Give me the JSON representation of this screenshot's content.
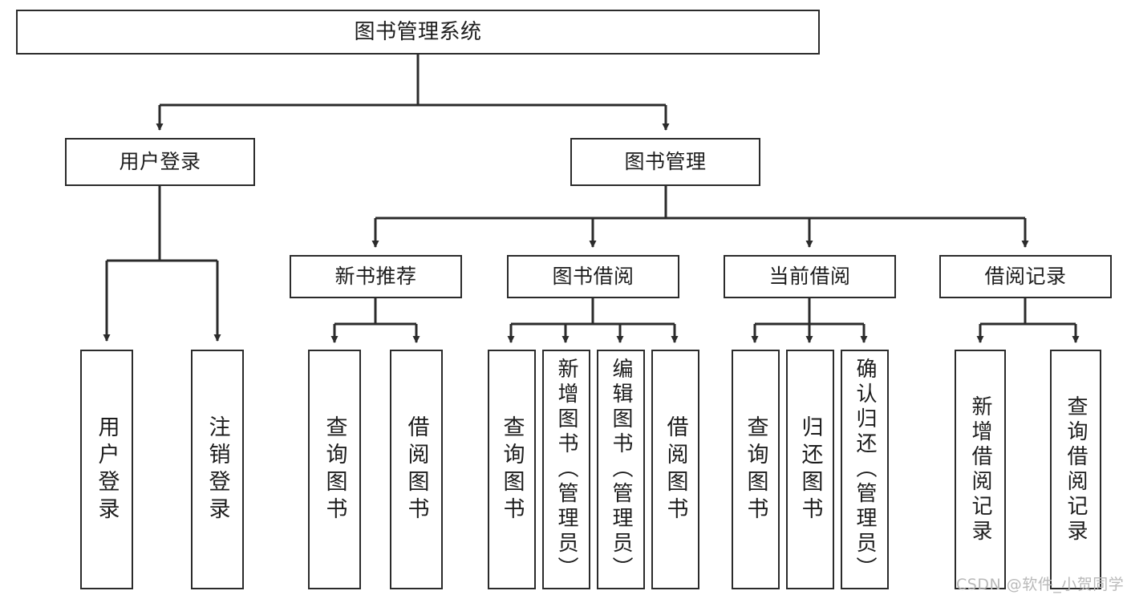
{
  "diagram": {
    "title": "图书管理系统",
    "type": "tree-hierarchy",
    "root": {
      "label": "图书管理系统"
    },
    "level2": [
      {
        "label": "用户登录"
      },
      {
        "label": "图书管理"
      }
    ],
    "level3": [
      {
        "label": "新书推荐"
      },
      {
        "label": "图书借阅"
      },
      {
        "label": "当前借阅"
      },
      {
        "label": "借阅记录"
      }
    ],
    "leaves": [
      {
        "label": "用户登录",
        "parent": "用户登录"
      },
      {
        "label": "注销登录",
        "parent": "用户登录"
      },
      {
        "label": "查询图书",
        "parent": "新书推荐"
      },
      {
        "label": "借阅图书",
        "parent": "新书推荐"
      },
      {
        "label": "查询图书",
        "parent": "图书借阅"
      },
      {
        "label": "新增图书（管理员）",
        "parent": "图书借阅"
      },
      {
        "label": "编辑图书（管理员）",
        "parent": "图书借阅"
      },
      {
        "label": "借阅图书",
        "parent": "图书借阅"
      },
      {
        "label": "查询图书",
        "parent": "当前借阅"
      },
      {
        "label": "归还图书",
        "parent": "当前借阅"
      },
      {
        "label": "确认归还（管理员）",
        "parent": "当前借阅"
      },
      {
        "label": "新增借阅记录",
        "parent": "借阅记录"
      },
      {
        "label": "查询借阅记录",
        "parent": "借阅记录"
      }
    ]
  },
  "watermark": {
    "text": "CSDN @软件_小贺同学"
  },
  "colors": {
    "stroke": "#2b2b2b",
    "text": "#1d1d1d",
    "background": "#ffffff",
    "watermark": "#b9b9b9"
  }
}
